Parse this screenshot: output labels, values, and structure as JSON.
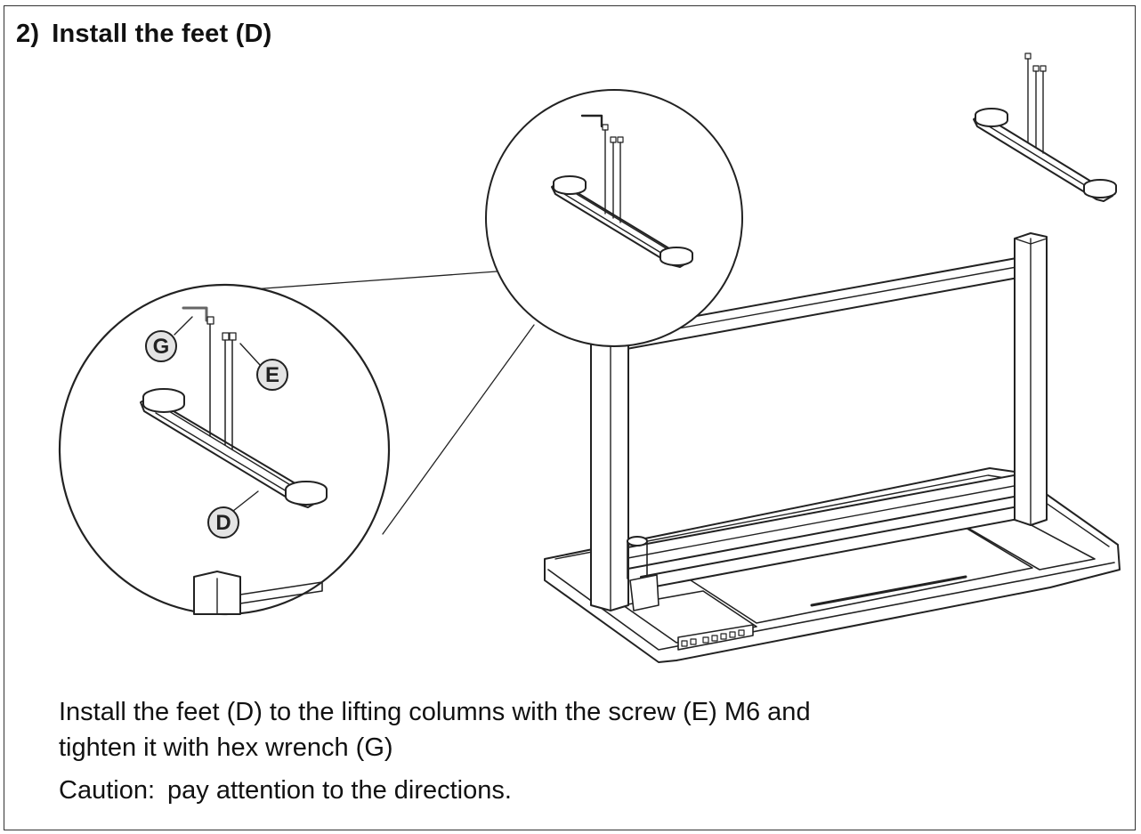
{
  "heading": {
    "number": "2)",
    "text": "Install the feet (D)"
  },
  "callouts": {
    "G": "G",
    "E": "E",
    "D": "D"
  },
  "instructions": {
    "line1": "Install the feet (D) to the lifting columns with the screw (E) M6 and",
    "line2": "tighten it with hex wrench (G)"
  },
  "caution": {
    "label": "Caution:",
    "text": "pay attention to the directions."
  }
}
